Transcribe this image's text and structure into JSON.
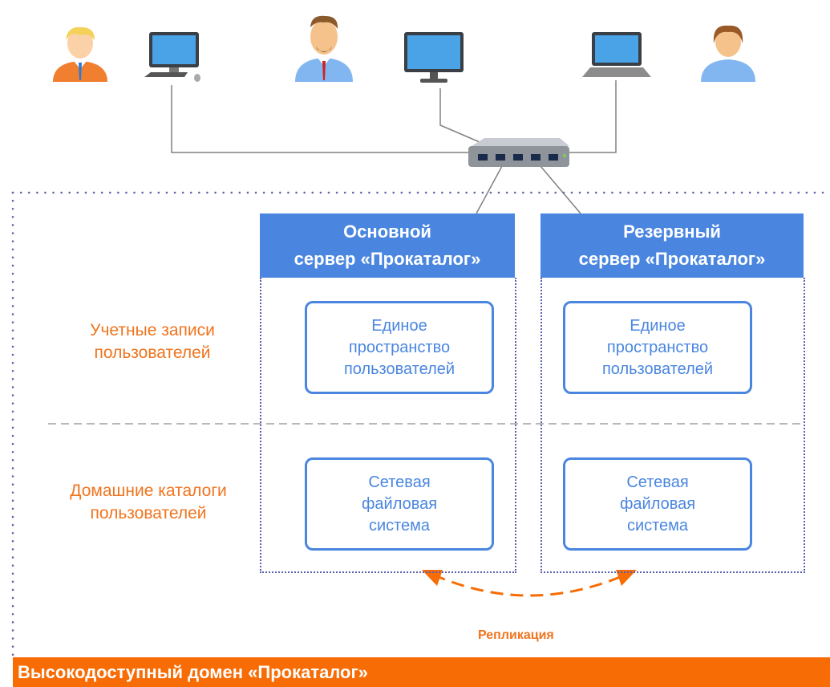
{
  "servers": {
    "primary": {
      "title_line1": "Основной",
      "title_line2": "сервер «Прокаталог»"
    },
    "backup": {
      "title_line1": "Резервный",
      "title_line2": "сервер «Прокаталог»"
    }
  },
  "boxes": {
    "users_space": [
      "Единое",
      "пространство",
      "пользователей"
    ],
    "network_fs": [
      "Сетевая",
      "файловая",
      "система"
    ]
  },
  "side_labels": {
    "accounts": [
      "Учетные записи",
      "пользователей"
    ],
    "home_dirs": [
      "Домашние каталоги",
      "пользователей"
    ]
  },
  "replication_label": "Репликация",
  "domain_label": "Высокодоступный домен «Прокаталог»",
  "colors": {
    "blue": "#4a86e0",
    "orange": "#f76c05",
    "dots": "#5b5fb0"
  },
  "icons": [
    "user-blond-icon",
    "desktop-computer-icon",
    "user-bearded-icon",
    "monitor-icon",
    "laptop-icon",
    "user-female-icon",
    "network-switch-icon"
  ]
}
